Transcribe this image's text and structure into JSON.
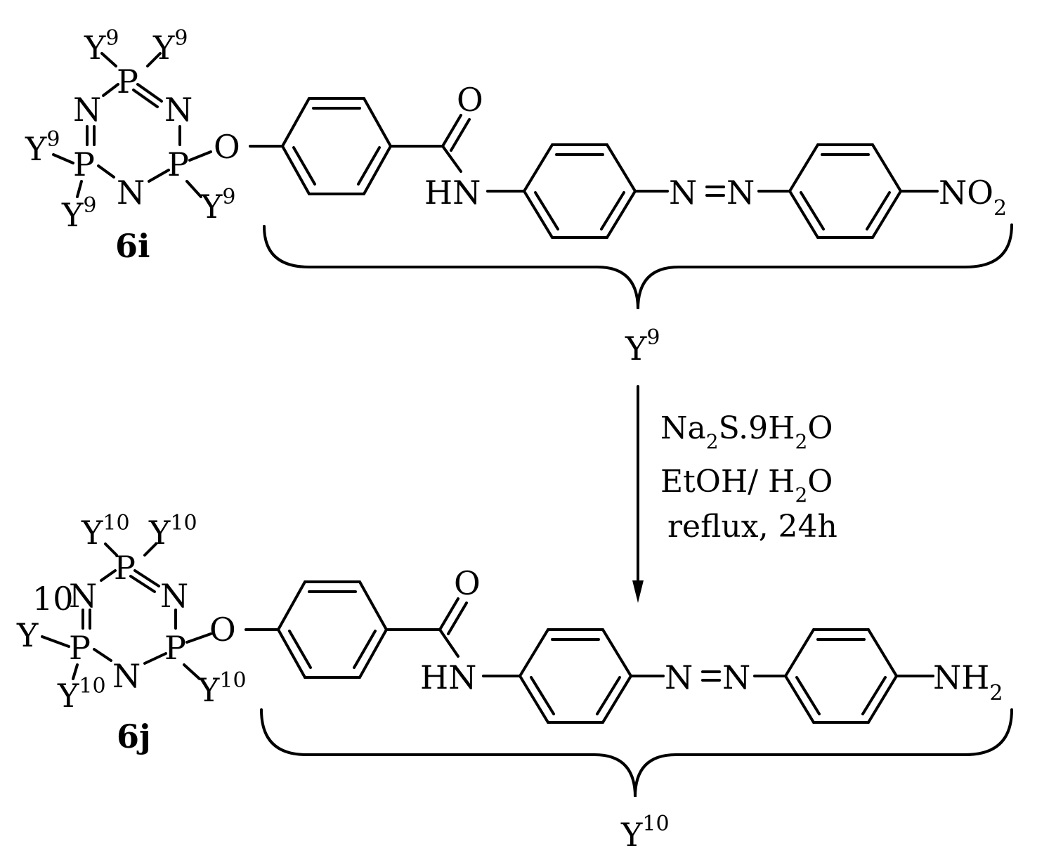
{
  "colors": {
    "ink": "#000000",
    "background": "#ffffff"
  },
  "top_compound": {
    "label": "6i",
    "substituent_label": "Y",
    "substituent_index": "9",
    "ring_atoms": {
      "phosphorus": "P",
      "nitrogen": "N"
    },
    "linker_oxygen": "O",
    "carbonyl_oxygen": "O",
    "amide": "HN",
    "azo_n1": "N",
    "azo_n2": "N",
    "terminal_group": "NO",
    "terminal_subscript": "2"
  },
  "reaction": {
    "reagent_main": "Na",
    "reagent_sub1": "2",
    "reagent_mid": "S.9H",
    "reagent_sub2": "2",
    "reagent_end": "O",
    "solvent_main": "EtOH/ H",
    "solvent_sub": "2",
    "solvent_end": "O",
    "conditions": "reflux, 24h"
  },
  "bottom_compound": {
    "label": "6j",
    "substituent_label": "Y",
    "substituent_index": "10",
    "ring_atoms": {
      "phosphorus": "P",
      "nitrogen": "N"
    },
    "linker_oxygen": "O",
    "carbonyl_oxygen": "O",
    "amide": "HN",
    "azo_n1": "N",
    "azo_n2": "N",
    "terminal_group": "NH",
    "terminal_subscript": "2"
  }
}
